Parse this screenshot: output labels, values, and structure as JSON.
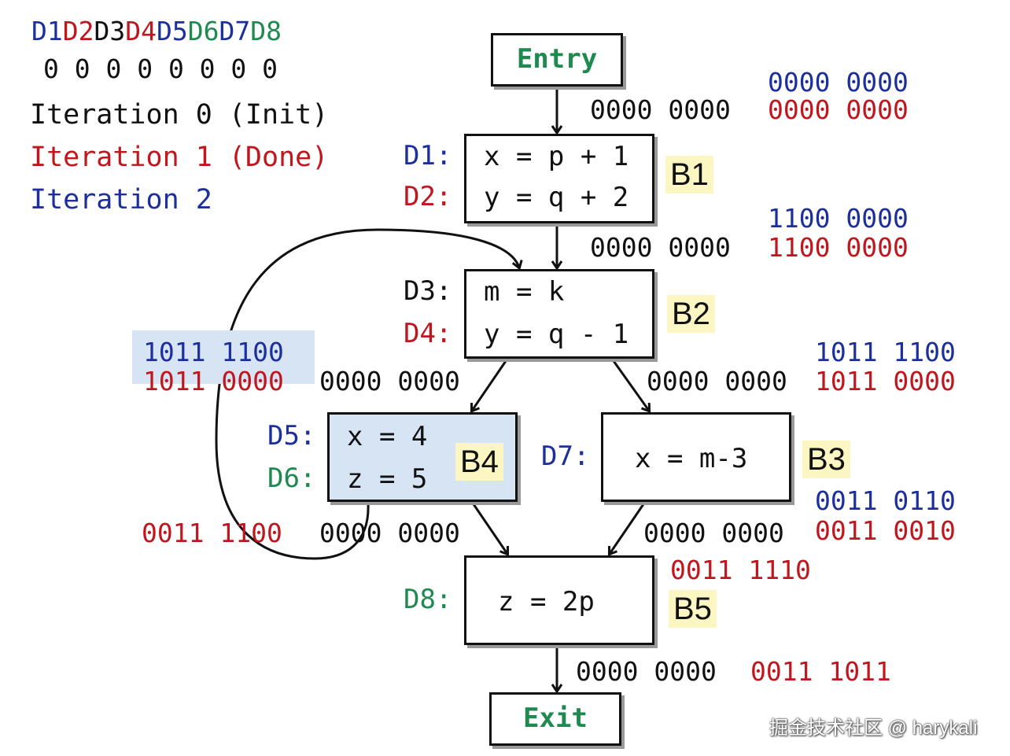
{
  "legend": {
    "defs": [
      {
        "text": "D1",
        "color": "#1c2f9c"
      },
      {
        "text": "D2",
        "color": "#c0161e"
      },
      {
        "text": "D3",
        "color": "#111111"
      },
      {
        "text": "D4",
        "color": "#c0161e"
      },
      {
        "text": "D5",
        "color": "#1c2f9c"
      },
      {
        "text": "D6",
        "color": "#1f8a50"
      },
      {
        "text": "D7",
        "color": "#1c2f9c"
      },
      {
        "text": "D8",
        "color": "#1f8a50"
      }
    ],
    "initial_bits": "0 0 0 0 0 0 0 0",
    "iterations": [
      {
        "text": "Iteration 0 (Init)",
        "color": "#111111"
      },
      {
        "text": "Iteration 1 (Done)",
        "color": "#c0161e"
      },
      {
        "text": "Iteration 2",
        "color": "#1c2f9c"
      }
    ]
  },
  "entry": "Entry",
  "exit": "Exit",
  "blocks": {
    "b1": {
      "name": "B1",
      "d_a": "D1:",
      "d_b": "D2:",
      "line_a": "x = p + 1",
      "line_b": "y = q + 2"
    },
    "b2": {
      "name": "B2",
      "d_a": "D3:",
      "d_b": "D4:",
      "line_a": "m = k",
      "line_b": "y = q - 1"
    },
    "b4": {
      "name": "B4",
      "d_a": "D5:",
      "d_b": "D6:",
      "line_a": "x = 4",
      "line_b": "z = 5"
    },
    "b3": {
      "name": "B3",
      "d_a": "D7:",
      "line_a": "x = m-3"
    },
    "b5": {
      "name": "B5",
      "d_a": "D8:",
      "line_a": "z = 2p"
    }
  },
  "bitsets": {
    "entry_in": "0000 0000",
    "b1_out_blue": "0000 0000",
    "b1_out_red": "0000 0000",
    "b2_in": "0000 0000",
    "b2_out_blue": "1100 0000",
    "b2_out_red": "1100 0000",
    "b4_in_blue": "1011 1100",
    "b4_in_red": "1011 0000",
    "b4_in_black": "0000 0000",
    "b3_in": "0000 0000",
    "b3_out_blue": "1011 1100",
    "b3_out_red": "1011 0000",
    "b4_out_red": "0011 1100",
    "b4_out_black": "0000 0000",
    "b5_in_black": "0000 0000",
    "b3_blue_2": "0011 0110",
    "b3_red_2": "0011 0010",
    "b5_red": "0011 1110",
    "exit_black": "0000 0000",
    "exit_red": "0011 1011"
  },
  "watermark": "掘金技术社区 @ harykali"
}
